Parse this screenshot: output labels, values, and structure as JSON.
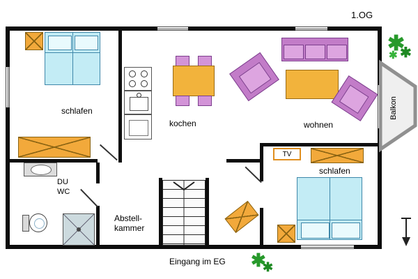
{
  "title": "1.OG",
  "entrance_label": "Eingang im EG",
  "rooms": {
    "bedroom_top_label": "schlafen",
    "kitchen_label": "kochen",
    "living_label": "wohnen",
    "balcony_label": "Balkon",
    "bath_du_label": "DU",
    "bath_wc_label": "WC",
    "storage_label_line1": "Abstell-",
    "storage_label_line2": "kammer",
    "bedroom_bottom_label": "schlafen",
    "tv_label": "TV"
  },
  "icons": {
    "plant_glyph": "✱"
  },
  "colors": {
    "wall": "#0d0d0d",
    "furniture_orange": "#f2a93b",
    "bed_cyan": "#c3ecf5",
    "upholstery_purple": "#c27cc8",
    "plant_green": "#2ca02c"
  }
}
